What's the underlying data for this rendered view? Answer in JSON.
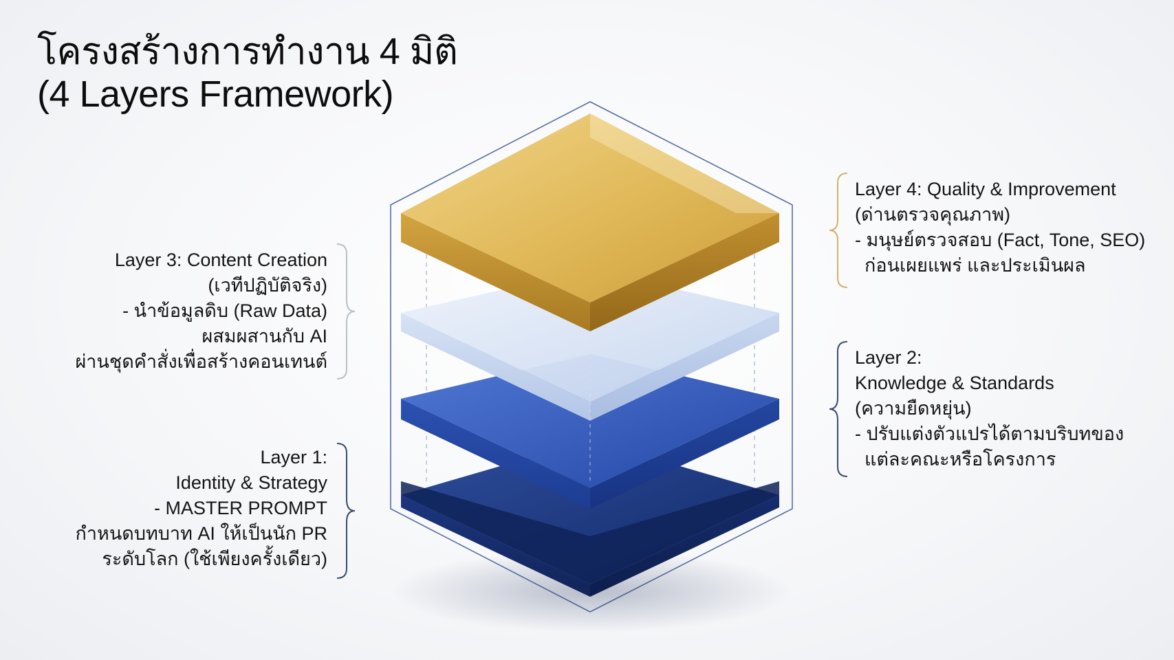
{
  "title": {
    "line1": "โครงสร้างการทำงาน 4 มิติ",
    "line2": "(4 Layers Framework)"
  },
  "layers": [
    {
      "id": "layer1",
      "heading1": "Layer 1:",
      "heading2": "Identity & Strategy",
      "desc1": "- MASTER PROMPT",
      "desc2": "กำหนดบทบาท AI ให้เป็นนัก PR",
      "desc3": "ระดับโลก (ใช้เพียงครั้งเดียว)",
      "color": "#1a3275"
    },
    {
      "id": "layer2",
      "heading1": "Layer 2:",
      "heading2": "Knowledge & Standards",
      "heading3": "(ความยืดหยุ่น)",
      "desc1": "- ปรับแต่งตัวแปรได้ตามบริบทของ",
      "desc2": "แต่ละคณะหรือโครงการ",
      "color": "#2c55b8"
    },
    {
      "id": "layer3",
      "heading1": "Layer 3: Content Creation",
      "heading2": "(เวทีปฏิบัติจริง)",
      "desc1": "- นำข้อมูลดิบ (Raw Data)",
      "desc2": "ผสมผสานกับ AI",
      "desc3": "ผ่านชุดคำสั่งเพื่อสร้างคอนเทนต์",
      "color": "#c9d8ef"
    },
    {
      "id": "layer4",
      "heading1": "Layer 4: Quality & Improvement",
      "heading2": "(ด่านตรวจคุณภาพ)",
      "desc1": "- มนุษย์ตรวจสอบ (Fact, Tone, SEO)",
      "desc2": "ก่อนเผยแพร่ และประเมินผล",
      "color": "#dcb14c"
    }
  ],
  "colors": {
    "gold": "#dcb14c",
    "gold_dark": "#b98a28",
    "light_blue": "#c9d8ef",
    "mid_blue": "#2c55b8",
    "navy": "#1a3275",
    "outline": "#2f4a8a",
    "brace_gold": "#d3b06a",
    "brace_gray": "#b9bec8",
    "brace_navy": "#3a4a6e"
  }
}
